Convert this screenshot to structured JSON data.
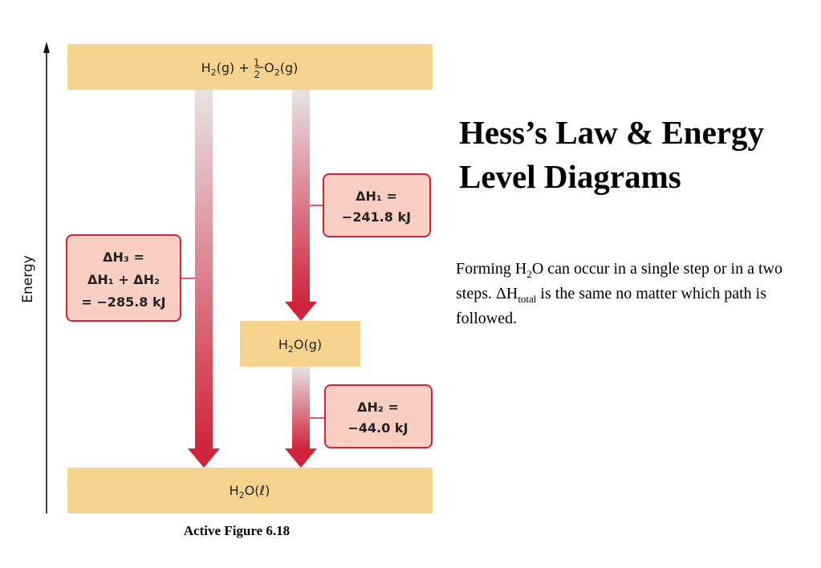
{
  "diagram": {
    "axis_label": "Energy",
    "levels": {
      "top": {
        "prefix": "H",
        "sub1": "2",
        "mid": "(g) + ",
        "frac_num": "1",
        "frac_den": "2",
        "o": " O",
        "sub2": "2",
        "suffix": "(g)"
      },
      "middle": {
        "prefix": "H",
        "sub1": "2",
        "suffix": "O(g)"
      },
      "bottom": {
        "prefix": "H",
        "sub1": "2",
        "suffix": "O(ℓ)"
      }
    },
    "boxes": {
      "dh1": {
        "line1": "ΔH₁ =",
        "line2": "−241.8 kJ"
      },
      "dh2": {
        "line1": "ΔH₂ =",
        "line2": "−44.0 kJ"
      },
      "dh3": {
        "line1": "ΔH₃ =",
        "line2": "ΔH₁ + ΔH₂",
        "line3": "= −285.8 kJ"
      }
    },
    "colors": {
      "level_fill": "#f7d48e",
      "box_fill": "#f9cfc4",
      "box_stroke": "#d0243a",
      "arrow_bottom": "#d0243a",
      "arrow_top": "#e8e3e3"
    },
    "caption": "Active Figure 6.18"
  },
  "slide": {
    "title_line1": "Hess’s Law & Energy",
    "title_line2": "Level Diagrams",
    "desc_1": "Forming H",
    "desc_sub1": "2",
    "desc_2": "O can occur in a single step or in a two steps. ΔH",
    "desc_sub2": "total",
    "desc_3": " is the same no matter which path is followed."
  }
}
